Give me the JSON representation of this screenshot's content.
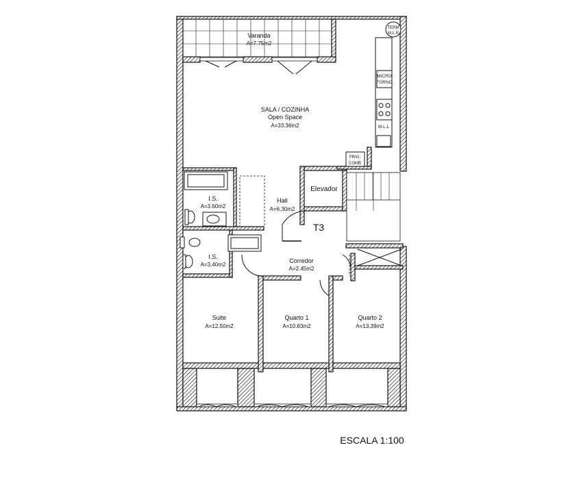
{
  "plan": {
    "scale_label": "ESCALA 1:100",
    "typology": "T3"
  },
  "rooms": {
    "varanda": {
      "name": "Varanda",
      "area": "A=7.75m2"
    },
    "sala": {
      "name": "SALA / COZINHA",
      "sub": "Open Space",
      "area": "A=33.36m2"
    },
    "hall": {
      "name": "Hall",
      "area": "A=6.30m2"
    },
    "is1": {
      "name": "I.S.",
      "area": "A=3.60m2"
    },
    "is2": {
      "name": "I.S.",
      "area": "A=3.40m2"
    },
    "corredor": {
      "name": "Corredor",
      "area": "A=2.45m2"
    },
    "suite": {
      "name": "Suite",
      "area": "A=12.50m2"
    },
    "quarto1": {
      "name": "Quarto 1",
      "area": "A=10.83m2"
    },
    "quarto2": {
      "name": "Quarto 2",
      "area": "A=13.39m2"
    },
    "elevador": {
      "name": "Elevador"
    }
  },
  "appliances": {
    "term": [
      "TERM",
      "M.L.R"
    ],
    "micro": [
      "MICRO",
      "FORNO"
    ],
    "mll": "M.L.L",
    "frig": [
      "FRIG.",
      "COMB"
    ]
  }
}
